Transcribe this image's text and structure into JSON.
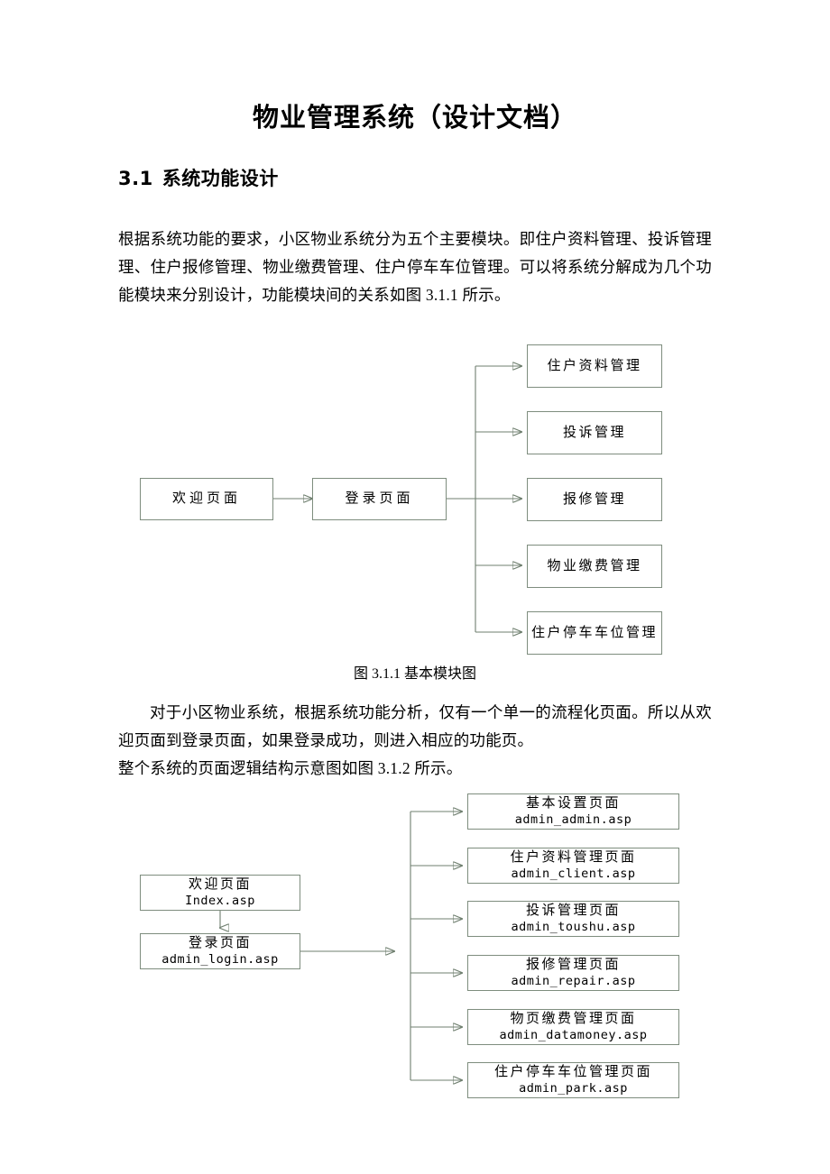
{
  "document": {
    "title": "物业管理系统（设计文档）",
    "section": {
      "number": "3.1",
      "heading": "系统功能设计"
    },
    "paragraphs": {
      "p1": "根据系统功能的要求，小区物业系统分为五个主要模块。即住户资料管理、投诉管理理、住户报修管理、物业缴费管理、住户停车车位管理。可以将系统分解成为几个功能模块来分别设计，功能模块间的关系如图 3.1.1 所示。",
      "p2_line1": "对于小区物业系统，根据系统功能分析，仅有一个单一的流程化页面。所以从欢迎页面到登录页面，如果登录成功，则进入相应的功能页。",
      "p2_line2": "整个系统的页面逻辑结构示意图如图 3.1.2 所示。"
    },
    "captions": {
      "figure_3_1_1": "图 3.1.1 基本模块图"
    }
  },
  "diagram1": {
    "name": "基本模块图",
    "start_nodes": [
      {
        "label": "欢迎页面"
      },
      {
        "label": "登录页面"
      }
    ],
    "modules": [
      {
        "label": "住户资料管理"
      },
      {
        "label": "投诉管理"
      },
      {
        "label": "报修管理"
      },
      {
        "label": "物业缴费管理"
      },
      {
        "label": "住户停车车位管理"
      }
    ]
  },
  "diagram2": {
    "name": "页面逻辑结构示意图",
    "start_nodes": [
      {
        "label": "欢迎页面",
        "file": "Index.asp"
      },
      {
        "label": "登录页面",
        "file": "admin_login.asp"
      }
    ],
    "pages": [
      {
        "label": "基本设置页面",
        "file": "admin_admin.asp"
      },
      {
        "label": "住户资料管理页面",
        "file": "admin_client.asp"
      },
      {
        "label": "投诉管理页面",
        "file": "admin_toushu.asp"
      },
      {
        "label": "报修管理页面",
        "file": "admin_repair.asp"
      },
      {
        "label": "物页缴费管理页面",
        "file": "admin_datamoney.asp"
      },
      {
        "label": "住户停车车位管理页面",
        "file": "admin_park.asp"
      }
    ]
  },
  "colors": {
    "page_background": "#ffffff",
    "text": "#000000",
    "box_border": "#7e8d7e",
    "connector": "#6f7f6f"
  }
}
